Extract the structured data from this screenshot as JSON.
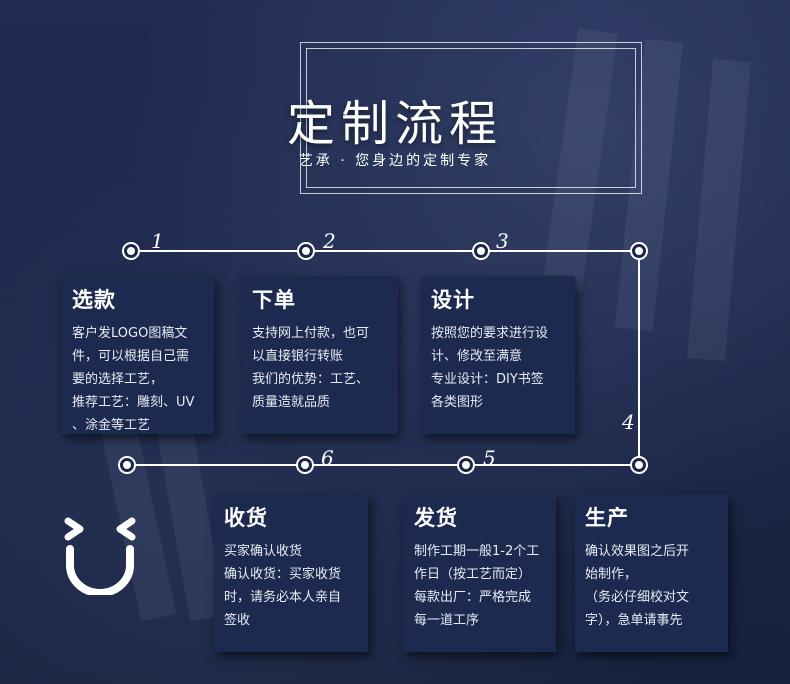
{
  "header": {
    "title": "定制流程",
    "subtitle": "艺承 · 您身边的定制专家"
  },
  "step_numbers": [
    "1",
    "2",
    "3",
    "4",
    "5",
    "6"
  ],
  "steps": [
    {
      "title": "选款",
      "lines": [
        "客户发LOGO图稿文",
        "件，可以根据自己需",
        "要的选择工艺，",
        "推荐工艺：雕刻、UV",
        "、涂金等工艺"
      ]
    },
    {
      "title": "下单",
      "lines": [
        "支持网上付款，也可",
        "以直接银行转账",
        "我们的优势：工艺、",
        "质量造就品质"
      ]
    },
    {
      "title": "设计",
      "lines": [
        "按照您的要求进行设",
        "计、修改至满意",
        "专业设计：DIY书签",
        "各类图形"
      ]
    },
    {
      "title": "生产",
      "lines": [
        "确认效果图之后开",
        "始制作，",
        "（务必仔细校对文",
        "字），急单请事先"
      ]
    },
    {
      "title": "发货",
      "lines": [
        "制作工期一般1-2个工",
        "作日（按工艺而定）",
        "每款出厂：严格完成",
        "每一道工序"
      ]
    },
    {
      "title": "收货",
      "lines": [
        "买家确认收货",
        "确认收货：买家收货",
        "时，请务必本人亲自",
        "签收"
      ]
    }
  ],
  "icons": {
    "decoration": "smiley-face-icon",
    "node": "circle-node-icon"
  },
  "colors": {
    "background": "#1b2648",
    "card": "#1d2a50",
    "line": "#ffffff"
  }
}
